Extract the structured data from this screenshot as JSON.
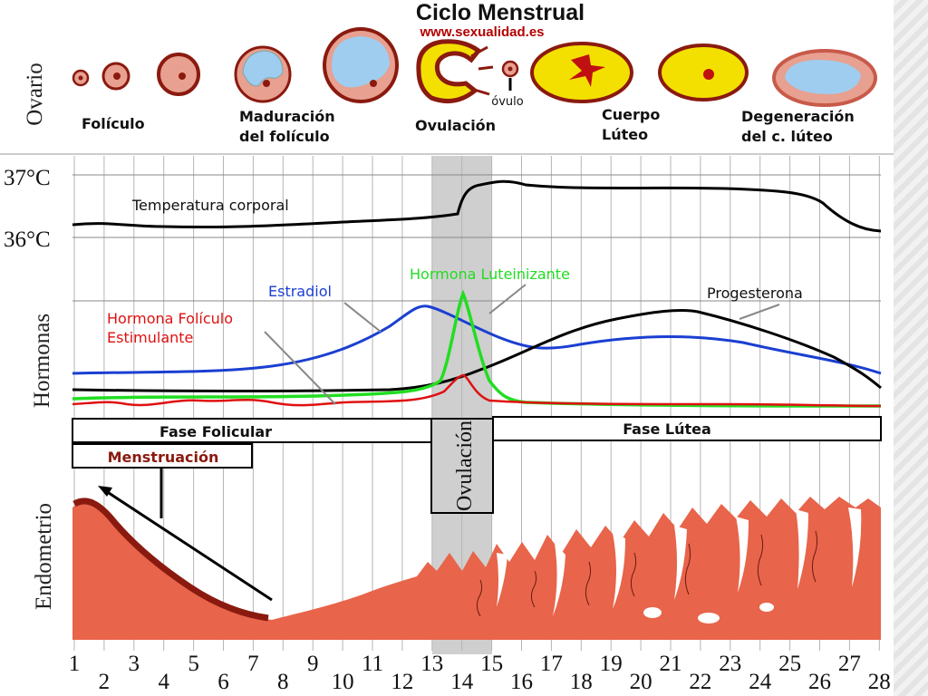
{
  "header": {
    "title": "Ciclo Menstrual",
    "url": "www.sexualidad.es"
  },
  "ovary": {
    "side_label": "Ovario",
    "ovum_label": "óvulo",
    "stages": [
      {
        "line1": "Folículo",
        "line2": ""
      },
      {
        "line1": "Maduración",
        "line2": "del folículo"
      },
      {
        "line1": "Ovulación",
        "line2": ""
      },
      {
        "line1": "Cuerpo",
        "line2": "Lúteo"
      },
      {
        "line1": "Degeneración",
        "line2": "del c. lúteo"
      }
    ]
  },
  "temperature": {
    "label_high": "37°C",
    "label_low": "36°C",
    "curve_label": "Temperatura corporal",
    "color": "#000000"
  },
  "hormones": {
    "side_label": "Hormonas",
    "estradiol": {
      "name": "Estradiol",
      "color": "#1a3fd1"
    },
    "lh": {
      "name": "Hormona Luteinizante",
      "color": "#22dd22"
    },
    "progesterone": {
      "name": "Progesterona",
      "color": "#000000"
    },
    "fsh": {
      "name_line1": "Hormona Folículo",
      "name_line2": "Estimulante",
      "color": "#e01010"
    }
  },
  "phases": {
    "follicular": "Fase Folicular",
    "ovulation": "Ovulación",
    "luteal": "Fase Lútea",
    "menstruation": "Menstruación"
  },
  "endometrium": {
    "side_label": "Endometrio",
    "color": "#e8644a",
    "dark": "#8a1a0f"
  },
  "days": {
    "odd": [
      "1",
      "3",
      "5",
      "7",
      "9",
      "11",
      "13",
      "15",
      "17",
      "19",
      "21",
      "23",
      "25",
      "27"
    ],
    "even": [
      "2",
      "4",
      "6",
      "8",
      "10",
      "12",
      "14",
      "16",
      "18",
      "20",
      "22",
      "24",
      "26",
      "28"
    ]
  }
}
